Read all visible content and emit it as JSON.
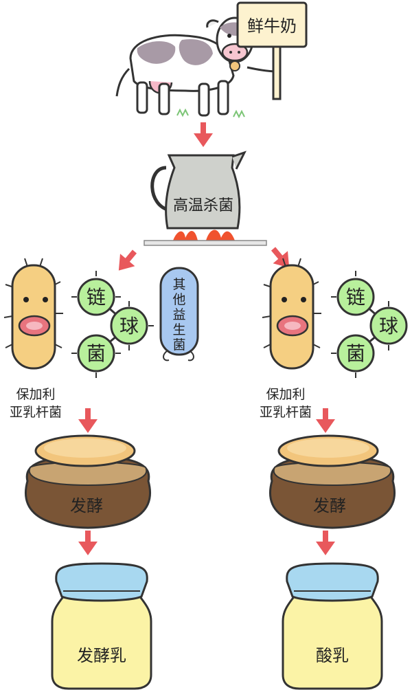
{
  "sign": {
    "text": "鲜牛奶"
  },
  "step_heat": {
    "text": "高温杀菌"
  },
  "bacteria": {
    "streptococcus_chars": [
      "链",
      "球",
      "菌"
    ],
    "other_chars": [
      "其",
      "他",
      "益",
      "生",
      "菌"
    ],
    "bulgaricus_line1": "保加利",
    "bulgaricus_line2": "亚乳杆菌"
  },
  "step_ferment": {
    "text": "发酵"
  },
  "products": {
    "left": "发酵乳",
    "right": "酸乳"
  },
  "colors": {
    "arrow": "#e8585c",
    "cow_spot": "#a89aa6",
    "pitcher": "#cfd1cc",
    "flame": "#f0522e",
    "rod_body": "#f5cf82",
    "rod_mouth": "#e8747e",
    "coccus": "#b8f09c",
    "other_bacteria": "#a8c8f0",
    "jar_lid": "#f2c57c",
    "jar_body": "#7a5536",
    "bottle_cap": "#a8d8f0",
    "bottle_body": "#fbf3a6"
  }
}
